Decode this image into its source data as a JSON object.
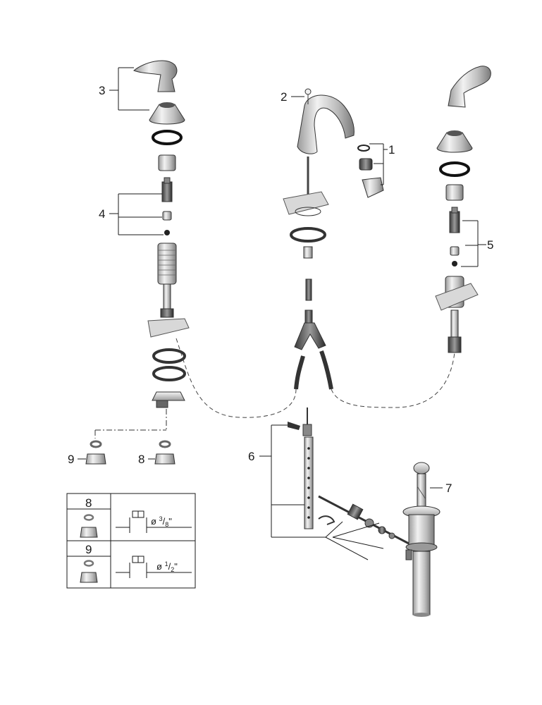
{
  "callouts": {
    "c1": "1",
    "c2": "2",
    "c3": "3",
    "c4": "4",
    "c5": "5",
    "c6": "6",
    "c7": "7",
    "c8": "8",
    "c9": "9"
  },
  "table": {
    "row8": {
      "number": "8",
      "dim_prefix": "ø ",
      "dim_num": "3",
      "dim_den": "8",
      "dim_suffix": "\""
    },
    "row9": {
      "number": "9",
      "dim_prefix": "ø ",
      "dim_num": "1",
      "dim_den": "2",
      "dim_suffix": "\""
    }
  }
}
